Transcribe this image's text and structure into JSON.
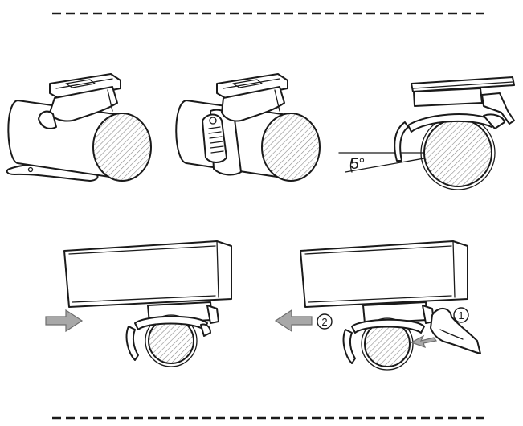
{
  "diagram": {
    "angle_label": "5°",
    "step_1": "①",
    "step_2": "②"
  },
  "colors": {
    "ink": "#1a1a1a",
    "arrow_fill": "#a8a8a8",
    "arrow_stroke": "#6e6e6e",
    "hatch": "#8a8a8a",
    "background": "#ffffff"
  }
}
